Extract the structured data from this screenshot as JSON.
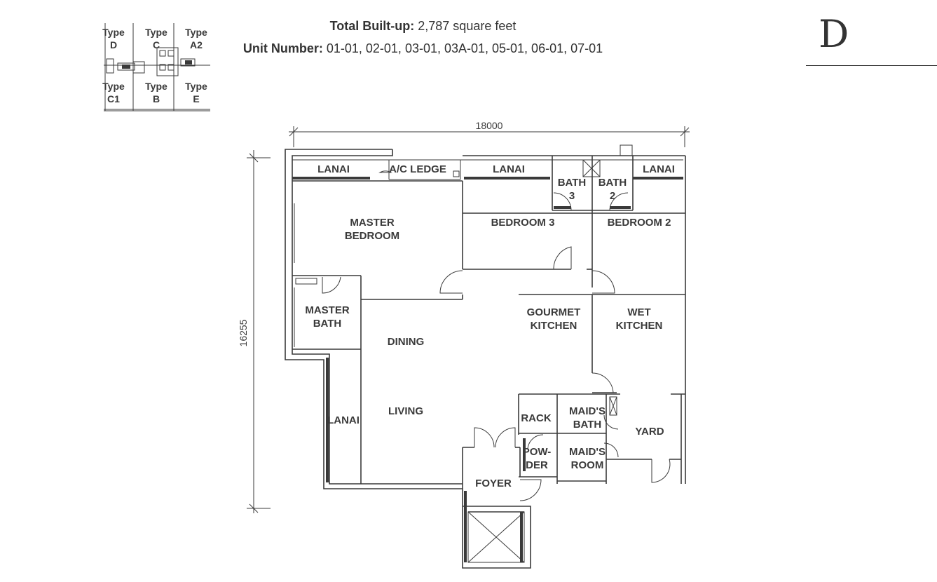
{
  "header": {
    "built_up_label": "Total Built-up:",
    "built_up_value": "2,787 square feet",
    "unit_label": "Unit Number:",
    "unit_value": "01-01, 02-01, 03-01, 03A-01, 05-01, 06-01, 07-01"
  },
  "type_letter": "D",
  "key_plan": {
    "types": [
      {
        "line1": "Type",
        "line2": "D"
      },
      {
        "line1": "Type",
        "line2": "C"
      },
      {
        "line1": "Type",
        "line2": "A2"
      },
      {
        "line1": "Type",
        "line2": "C1"
      },
      {
        "line1": "Type",
        "line2": "B"
      },
      {
        "line1": "Type",
        "line2": "E"
      }
    ]
  },
  "dimensions": {
    "width": "18000",
    "depth": "16255"
  },
  "rooms": {
    "lanai_left": "LANAI",
    "ac_ledge": "A/C LEDGE",
    "lanai_mid": "LANAI",
    "bath3_a": "BATH",
    "bath3_b": "3",
    "bath2_a": "BATH",
    "bath2_b": "2",
    "lanai_right": "LANAI",
    "master_bedroom_a": "MASTER",
    "master_bedroom_b": "BEDROOM",
    "bedroom3": "BEDROOM 3",
    "bedroom2": "BEDROOM 2",
    "master_bath_a": "MASTER",
    "master_bath_b": "BATH",
    "gourmet_kitchen_a": "GOURMET",
    "gourmet_kitchen_b": "KITCHEN",
    "wet_kitchen_a": "WET",
    "wet_kitchen_b": "KITCHEN",
    "dining": "DINING",
    "living": "LIVING",
    "lanai_side": "LANAI",
    "rack": "RACK",
    "maids_bath_a": "MAID'S",
    "maids_bath_b": "BATH",
    "yard": "YARD",
    "powder_a": "POW-",
    "powder_b": "DER",
    "maids_room_a": "MAID'S",
    "maids_room_b": "ROOM",
    "foyer": "FOYER"
  }
}
